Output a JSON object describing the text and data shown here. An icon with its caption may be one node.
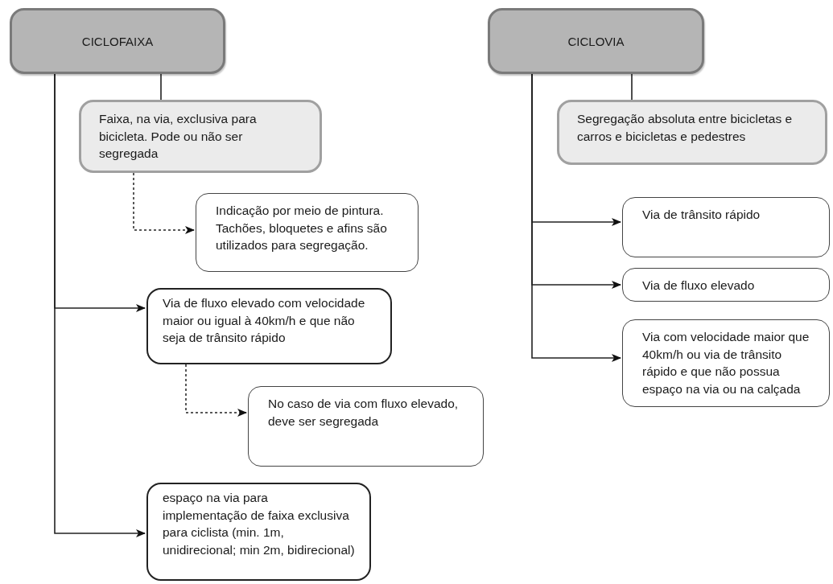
{
  "diagram": {
    "nodes": [
      {
        "text": [
          "CICLOFAIXA"
        ]
      },
      {
        "text": [
          "Faixa, na via, exclusiva para bicicleta.  Pode ou não ser segregada"
        ]
      },
      {
        "text": [
          "Indicação por meio de pintura. Tachões, bloquetes e afins são utilizados para segregação."
        ]
      },
      {
        "text": [
          "Via de fluxo elevado com velocidade maior ou igual à 40km/h e que não seja de trânsito rápido"
        ]
      },
      {
        "text": [
          "No caso de via com fluxo elevado, deve ser segregada"
        ]
      },
      {
        "text": [
          "espaço na via para implementação de faixa exclusiva para ciclista (min. 1m, unidirecional; min 2m, bidirecional)"
        ]
      },
      {
        "text": [
          "CICLOVIA"
        ]
      },
      {
        "text": [
          "Segregação absoluta entre bicicletas e carros e bicicletas e pedestres"
        ]
      },
      {
        "text": [
          "Via de trânsito rápido"
        ]
      },
      {
        "text": [
          "Via de fluxo elevado"
        ]
      },
      {
        "text": [
          "Via com velocidade maior que 40km/h ou via de trânsito rápido e que não possua espaço na via ou na calçada"
        ]
      }
    ],
    "edges": [
      {
        "from": 0,
        "to": 1,
        "arrow": "none"
      },
      {
        "from": 1,
        "to": 2,
        "arrow": "to",
        "style": "dashed"
      },
      {
        "from": 0,
        "to": 3,
        "arrow": "to"
      },
      {
        "from": 3,
        "to": 4,
        "arrow": "to",
        "style": "dashed"
      },
      {
        "from": 0,
        "to": 5,
        "arrow": "to"
      },
      {
        "from": 6,
        "to": 7,
        "arrow": "none"
      },
      {
        "from": 6,
        "to": 8,
        "arrow": "to"
      },
      {
        "from": 6,
        "to": 9,
        "arrow": "to"
      },
      {
        "from": 6,
        "to": 10,
        "arrow": "to"
      }
    ]
  }
}
